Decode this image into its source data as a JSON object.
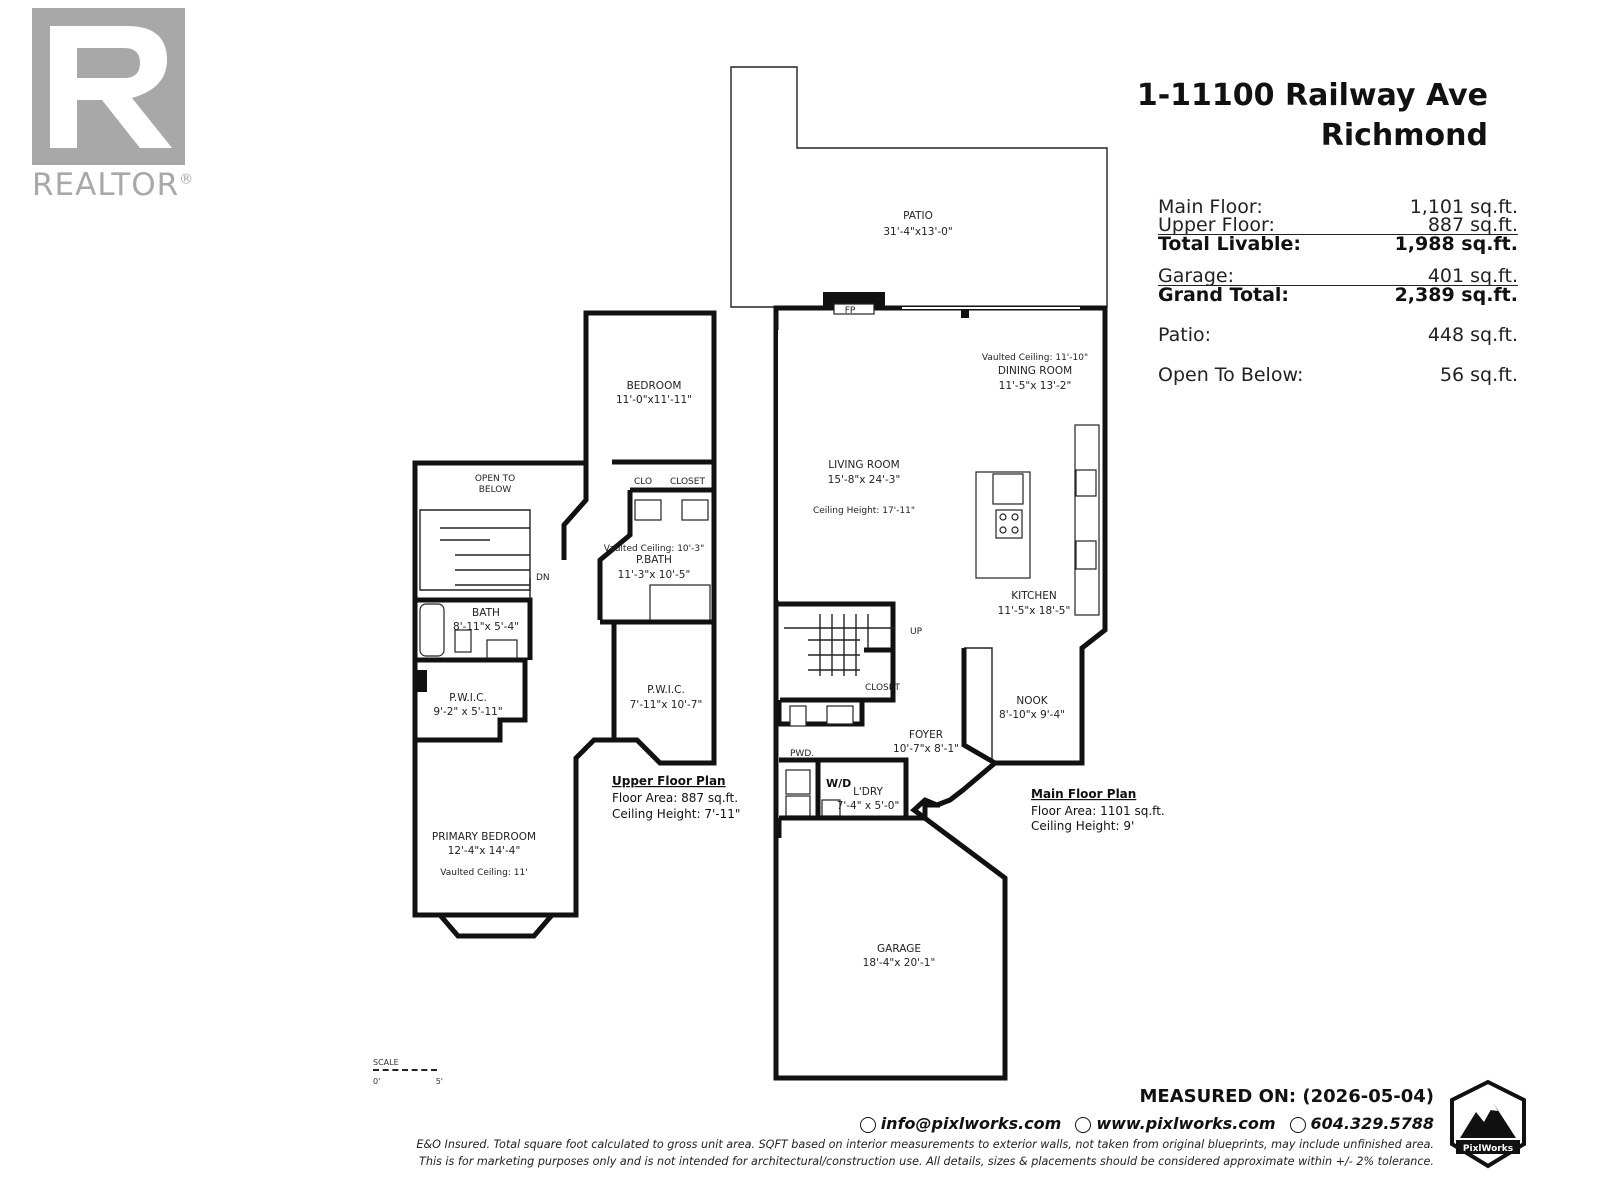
{
  "branding": {
    "realtor_word": "REALTOR",
    "realtor_mark": "®",
    "company": "PixlWorks"
  },
  "address": {
    "line1": "1-11100 Railway Ave",
    "line2": "Richmond"
  },
  "areas": {
    "main_floor": {
      "label": "Main Floor:",
      "value": "1,101 sq.ft."
    },
    "upper_floor": {
      "label": "Upper Floor:",
      "value": "887 sq.ft."
    },
    "total_livable": {
      "label": "Total Livable:",
      "value": "1,988 sq.ft."
    },
    "garage": {
      "label": "Garage:",
      "value": "401 sq.ft."
    },
    "grand_total": {
      "label": "Grand Total:",
      "value": "2,389 sq.ft."
    },
    "patio": {
      "label": "Patio:",
      "value": "448 sq.ft."
    },
    "open_to_below": {
      "label": "Open To Below:",
      "value": "56 sq.ft."
    }
  },
  "rooms": {
    "patio": {
      "name": "PATIO",
      "dims": "31'-4\"x13'-0\""
    },
    "living": {
      "name": "LIVING ROOM",
      "dims": "15'-8\"x 24'-3\"",
      "note": "Ceiling Height: 17'-11\""
    },
    "dining": {
      "name": "DINING ROOM",
      "dims": "11'-5\"x 13'-2\"",
      "note": "Vaulted Ceiling: 11'-10\""
    },
    "kitchen": {
      "name": "KITCHEN",
      "dims": "11'-5\"x 18'-5\""
    },
    "nook": {
      "name": "NOOK",
      "dims": "8'-10\"x 9'-4\""
    },
    "foyer": {
      "name": "FOYER",
      "dims": "10'-7\"x 8'-1\""
    },
    "laundry": {
      "name": "L'DRY",
      "dims": "7'-4\" x 5'-0\""
    },
    "powder": {
      "name": "PWD."
    },
    "washer_dryer": {
      "name": "W/D"
    },
    "main_closet": {
      "name": "CLOSET"
    },
    "fireplace": {
      "name": "FP"
    },
    "up": {
      "name": "UP"
    },
    "garage": {
      "name": "GARAGE",
      "dims": "18'-4\"x 20'-1\""
    },
    "bedroom": {
      "name": "BEDROOM",
      "dims": "11'-0\"x11'-11\""
    },
    "clo": {
      "name": "CLO"
    },
    "upper_closet": {
      "name": "CLOSET"
    },
    "open_below": {
      "line1": "OPEN TO",
      "line2": "BELOW"
    },
    "dn": {
      "name": "DN"
    },
    "pbath": {
      "name": "P.BATH",
      "dims": "11'-3\"x 10'-5\"",
      "note": "Vaulted Ceiling: 10'-3\""
    },
    "bath": {
      "name": "BATH",
      "dims": "8'-11\"x 5'-4\""
    },
    "pwic_left": {
      "name": "P.W.I.C.",
      "dims": "9'-2\" x 5'-11\""
    },
    "pwic_right": {
      "name": "P.W.I.C.",
      "dims": "7'-11\"x 10'-7\""
    },
    "primary": {
      "name": "PRIMARY BEDROOM",
      "dims": "12'-4\"x 14'-4\"",
      "note": "Vaulted Ceiling: 11'"
    }
  },
  "upper_plan": {
    "title": "Upper Floor Plan",
    "area": "Floor Area: 887 sq.ft.",
    "ceiling": "Ceiling Height: 7'-11\""
  },
  "main_plan": {
    "title": "Main Floor Plan",
    "area": "Floor Area: 1101 sq.ft.",
    "ceiling": "Ceiling Height: 9'"
  },
  "scale": {
    "label": "SCALE",
    "start": "0'",
    "end": "5'"
  },
  "footer": {
    "measured": "MEASURED ON: (2026-05-04)",
    "email": "info@pixlworks.com",
    "website": "www.pixlworks.com",
    "phone": "604.329.5788",
    "disclaimer_1": "E&O Insured.  Total square foot calculated to gross unit area. SQFT based on interior measurements to exterior walls, not taken from original blueprints, may include unfinished area.",
    "disclaimer_2": "This is for marketing purposes only and is not intended for architectural/construction use.  All details, sizes & placements should be considered approximate within +/- 2%  tolerance."
  }
}
